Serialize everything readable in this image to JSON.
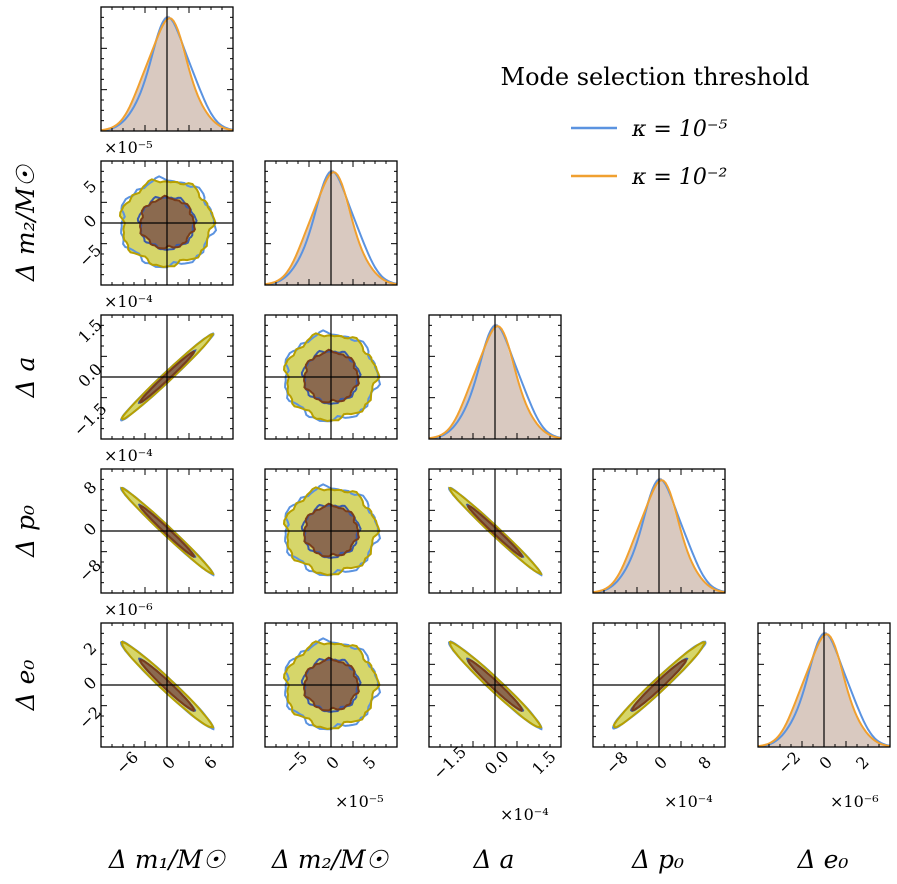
{
  "chart_data": {
    "type": "corner",
    "legend": {
      "title": "Mode selection threshold",
      "placement": "top-right",
      "entries": [
        {
          "label": "κ = 10⁻⁵",
          "color": "#5b93e0"
        },
        {
          "label": "κ = 10⁻²",
          "color": "#f0a030"
        }
      ]
    },
    "contour_colors": {
      "inner": "#8b6a4f",
      "inner_edge": "#7a3d1a",
      "outer": "#d6d66a",
      "outer_edge": "#b8a000",
      "hist_fill": "#d9c9c0"
    },
    "parameters": [
      {
        "name": "m1",
        "label": "Δ m₁/M☉",
        "range": [
          -9.5,
          9.5
        ],
        "ticks": [
          -6,
          0,
          6
        ],
        "tick_labels": [
          "−6",
          "0",
          "6"
        ],
        "multiplier": "×10⁻⁵"
      },
      {
        "name": "m2",
        "label": "Δ m₂/M☉",
        "range": [
          -9,
          9
        ],
        "ticks": [
          -5,
          0,
          5
        ],
        "tick_labels": [
          "−5",
          "0",
          "5"
        ],
        "multiplier": "×10⁻⁵"
      },
      {
        "name": "a",
        "label": "Δ a",
        "range": [
          -2.1,
          2.1
        ],
        "ticks": [
          -1.5,
          0.0,
          1.5
        ],
        "tick_labels": [
          "−1.5",
          "0.0",
          "1.5"
        ],
        "multiplier": "×10⁻⁴"
      },
      {
        "name": "p0",
        "label": "Δ p₀",
        "range": [
          -12,
          12
        ],
        "ticks": [
          -8,
          0,
          8
        ],
        "tick_labels": [
          "−8",
          "0",
          "8"
        ],
        "multiplier": "×10⁻⁴"
      },
      {
        "name": "e0",
        "label": "Δ e₀",
        "range": [
          -3.6,
          3.6
        ],
        "ticks": [
          -2,
          0,
          2
        ],
        "tick_labels": [
          "−2",
          "0",
          "2"
        ],
        "multiplier": "×10⁻⁶"
      }
    ],
    "correlations": [
      [
        1,
        0,
        0.99,
        -0.99,
        -0.98
      ],
      [
        0,
        1,
        0,
        0,
        0
      ],
      [
        0.99,
        0,
        1,
        -0.99,
        -0.98
      ],
      [
        -0.99,
        0,
        -0.99,
        1,
        0.98
      ],
      [
        -0.98,
        0,
        -0.98,
        0.98,
        1
      ]
    ],
    "truth": [
      0,
      0,
      0,
      0,
      0
    ]
  }
}
